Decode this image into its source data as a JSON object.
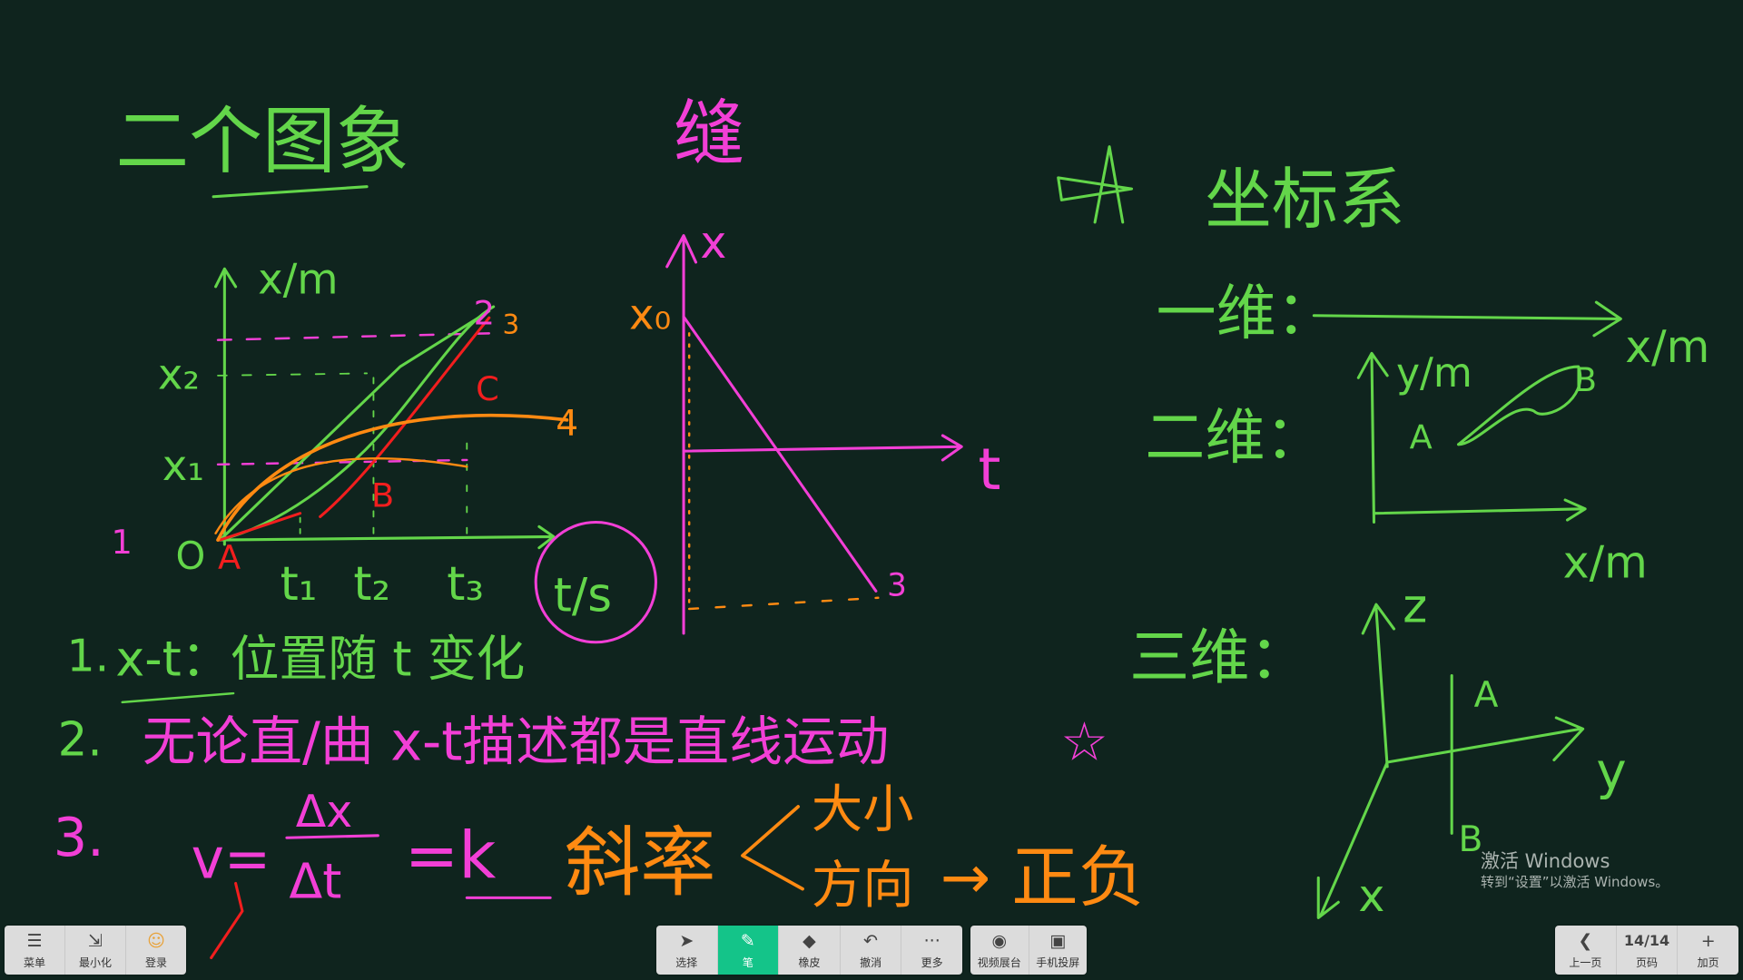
{
  "board": {
    "title_left": "二个图象",
    "title_mid": "缝",
    "title_right": "坐标系",
    "star_mark": "☆",
    "graph1": {
      "y_axis": "x/m",
      "x_axis": "t/s",
      "origin": "O",
      "x2": "x₂",
      "x1": "x₁",
      "t1": "t₁",
      "t2": "t₂",
      "t3": "t₃",
      "pt_A": "A",
      "pt_B": "B",
      "pt_C": "C",
      "label_1": "1",
      "label_2": "2",
      "label_3": "3",
      "label_4": "4"
    },
    "graph2": {
      "y_axis": "x",
      "x0": "x₀",
      "x_axis": "t",
      "end_label": "3"
    },
    "notes": {
      "n1_num": "1.",
      "n1_text": "x-t：位置随 t 变化",
      "n2_num": "2.",
      "n2_text": "无论直/曲  x-t描述都是直线运动",
      "n3_num": "3.",
      "n3_formula_v": "v=",
      "n3_dx": "Δx",
      "n3_dt": "Δt",
      "n3_eq_k": "=k",
      "n3_slope": "斜率",
      "n3_big": "大小",
      "n3_dir": "方向",
      "n3_arrow": "→",
      "n3_pos_neg": "正负"
    },
    "coord": {
      "one_d": "一维：",
      "two_d": "二维：",
      "three_d": "三维：",
      "one_d_axis": "x/m",
      "two_d_y": "y/m",
      "two_d_x": "x/m",
      "two_d_A": "A",
      "two_d_B": "B",
      "three_z": "z",
      "three_y": "y",
      "three_x": "x",
      "three_A": "A",
      "three_B": "B"
    }
  },
  "toolbar_left": [
    {
      "icon": "menu-icon",
      "glyph": "☰",
      "label": "菜单"
    },
    {
      "icon": "minimize-icon",
      "glyph": "⇲",
      "label": "最小化"
    },
    {
      "icon": "login-avatar-icon",
      "glyph": "☺",
      "label": "登录"
    }
  ],
  "toolbar_center": [
    {
      "icon": "select-pointer-icon",
      "glyph": "➤",
      "label": "选择"
    },
    {
      "icon": "pen-icon",
      "glyph": "✎",
      "label": "笔",
      "active": true
    },
    {
      "icon": "eraser-icon",
      "glyph": "◆",
      "label": "橡皮"
    },
    {
      "icon": "undo-icon",
      "glyph": "↶",
      "label": "撤消"
    },
    {
      "icon": "more-icon",
      "glyph": "···",
      "label": "更多"
    }
  ],
  "toolbar_center2": [
    {
      "icon": "video-booth-icon",
      "glyph": "◉",
      "label": "视频展台"
    },
    {
      "icon": "phone-cast-icon",
      "glyph": "▣",
      "label": "手机投屏"
    }
  ],
  "toolbar_right": {
    "prev_glyph": "❮",
    "prev_label": "上一页",
    "page_value": "14/14",
    "page_label": "页码",
    "add_glyph": "+",
    "add_label": "加页"
  },
  "watermark": {
    "title": "激活 Windows",
    "subtitle": "转到“设置”以激活 Windows。"
  },
  "colors": {
    "background": "#0f241e",
    "green_ink": "#63d64a",
    "magenta_ink": "#f23fd6",
    "red_ink": "#f21e1e",
    "orange_ink": "#ff8a12",
    "active_tool": "#14c489"
  }
}
